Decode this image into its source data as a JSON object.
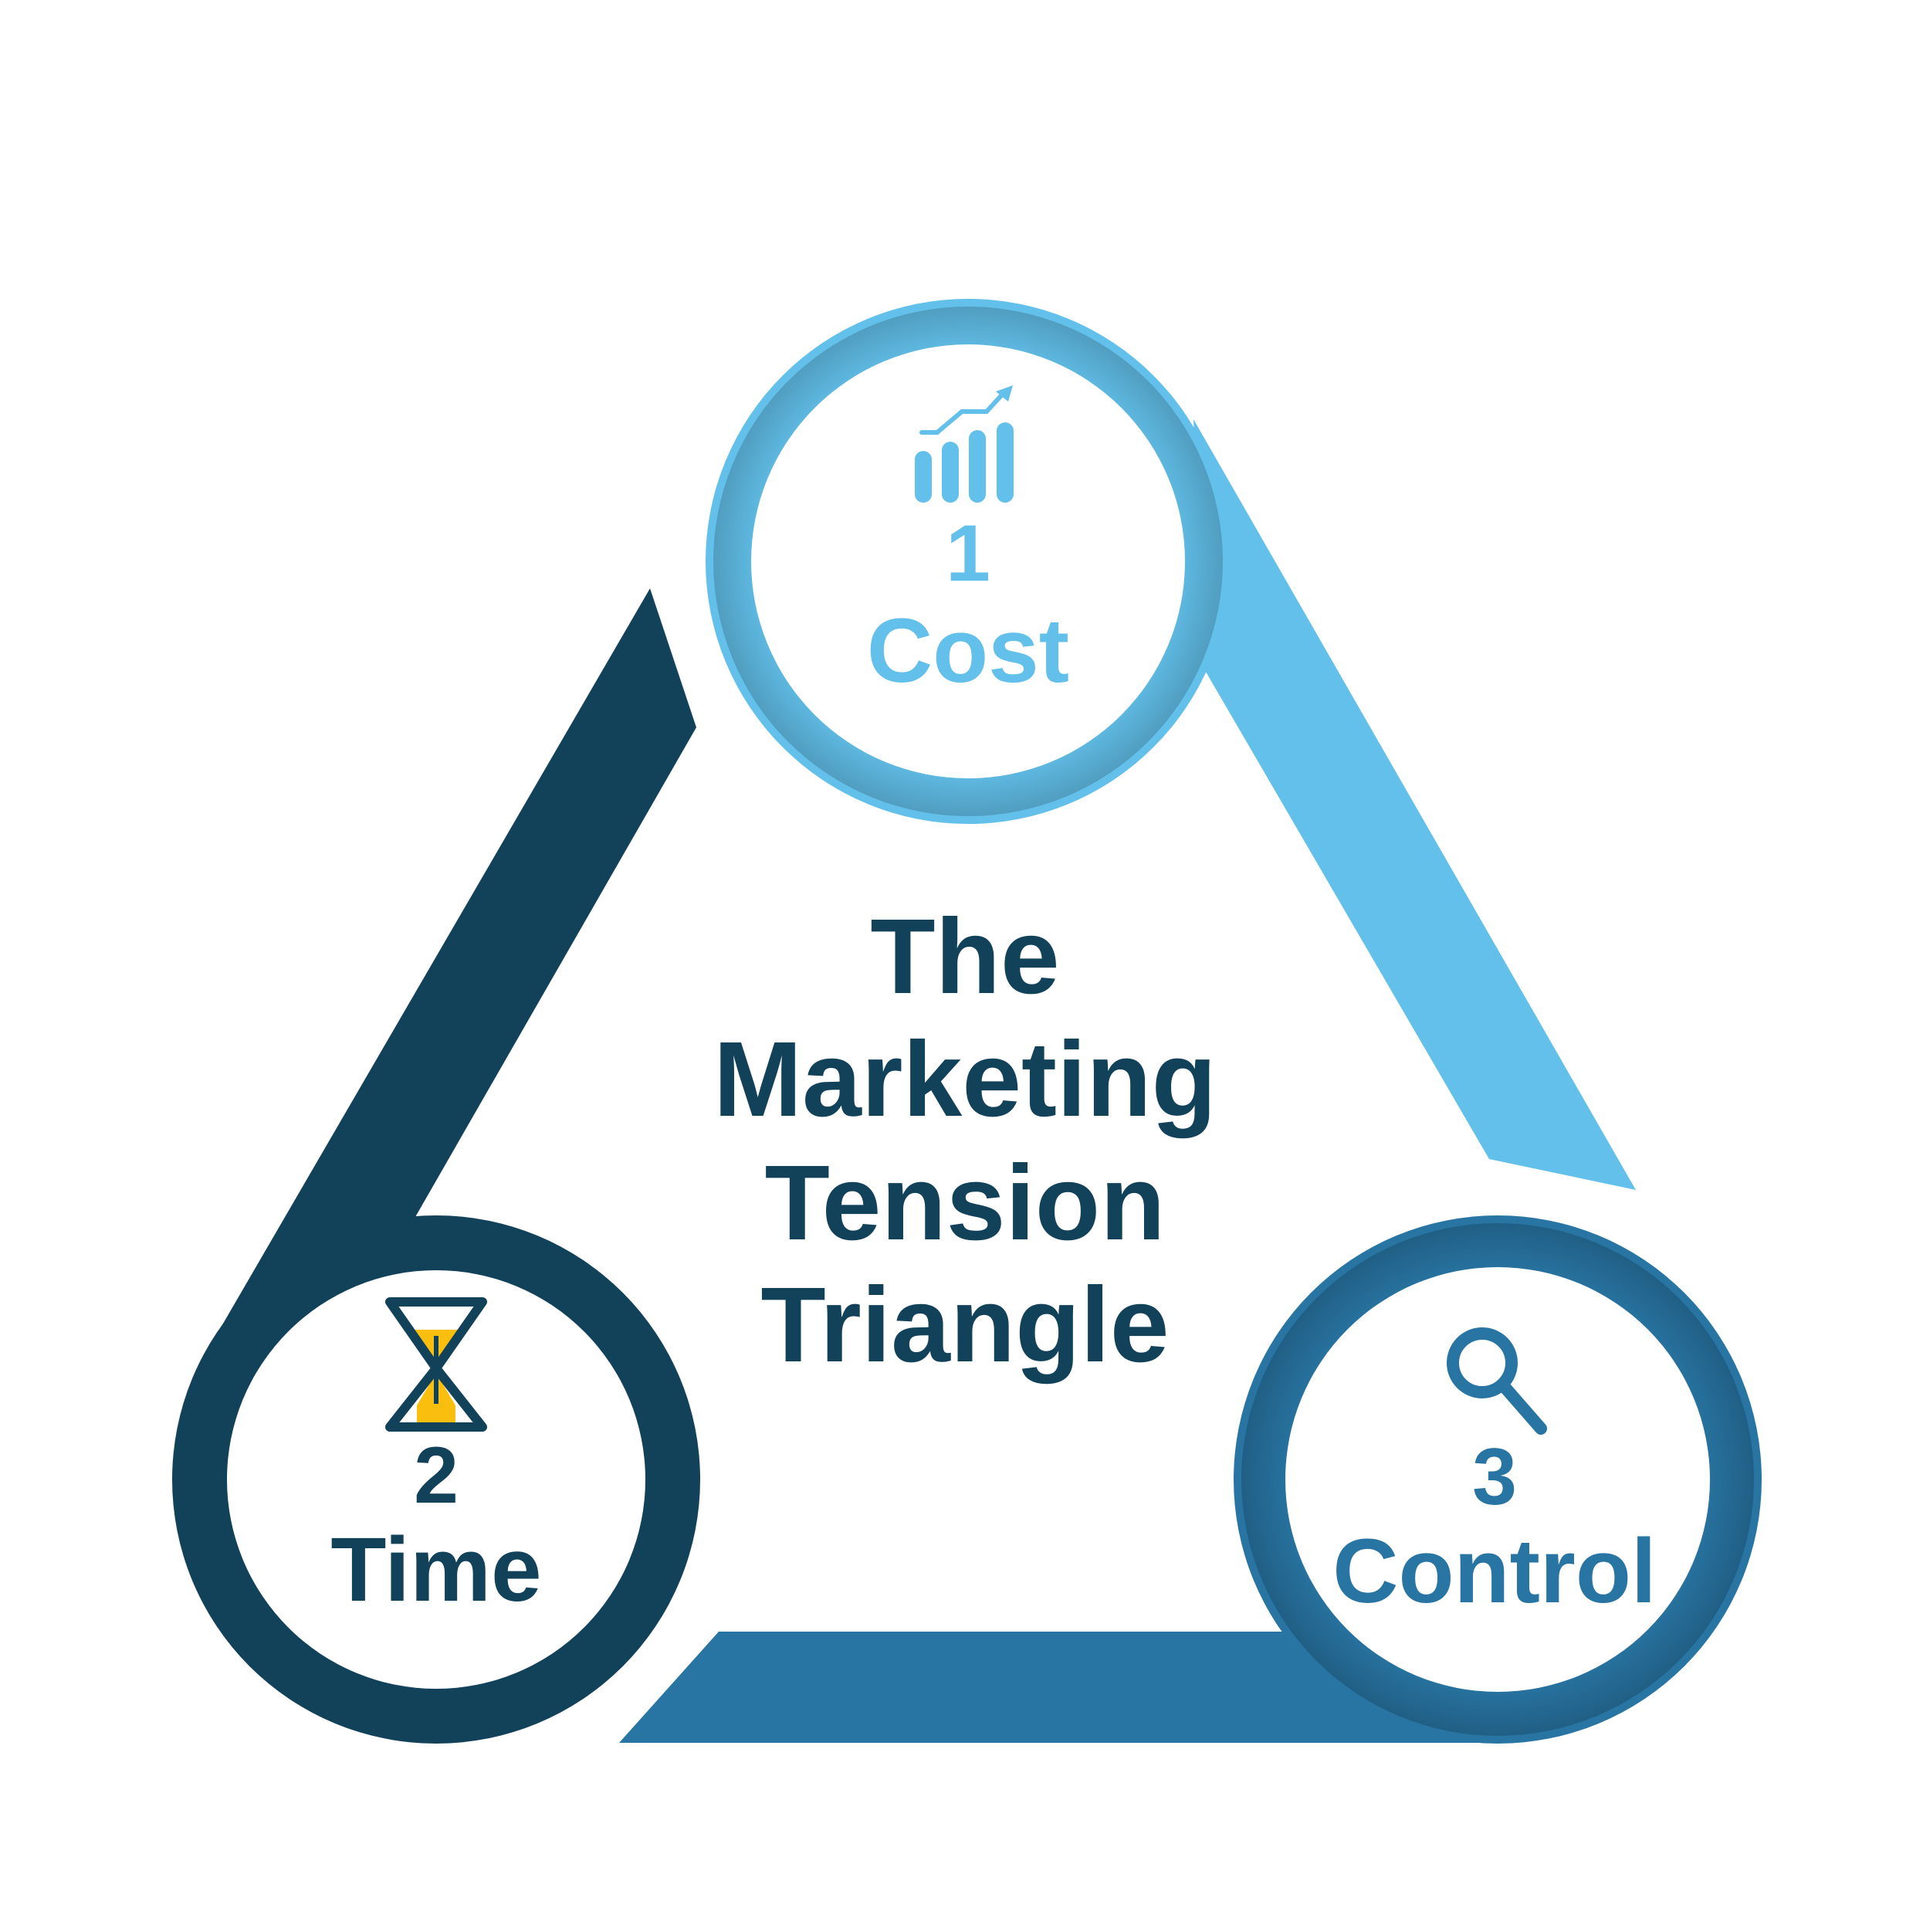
{
  "title_lines": [
    "The",
    "Marketing",
    "Tension",
    "Triangle"
  ],
  "nodes": [
    {
      "number": "1",
      "label": "Cost",
      "icon": "bar-chart-growth-icon",
      "color": "#62C0EA"
    },
    {
      "number": "2",
      "label": "Time",
      "icon": "hourglass-icon",
      "color": "#12415A"
    },
    {
      "number": "3",
      "label": "Control",
      "icon": "magnifier-icon",
      "color": "#2874A2"
    }
  ],
  "colors": {
    "light": "#62C0EA",
    "dark": "#12415A",
    "mid": "#2874A2",
    "sand": "#F9BE0E",
    "title": "#12415A"
  }
}
